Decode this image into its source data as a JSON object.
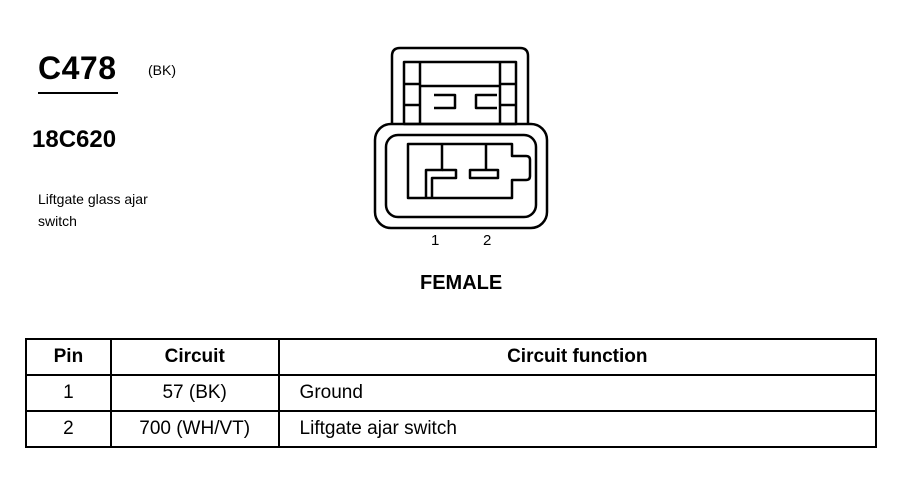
{
  "connector": {
    "id": "C478",
    "color": "(BK)",
    "part_number": "18C620",
    "description_lines": [
      "Liftgate glass ajar",
      "switch"
    ],
    "pin_labels": [
      "1",
      "2"
    ],
    "gender": "FEMALE"
  },
  "pin_table": {
    "headers": [
      "Pin",
      "Circuit",
      "Circuit function"
    ],
    "rows": [
      {
        "pin": "1",
        "circuit": "57 (BK)",
        "function": "Ground"
      },
      {
        "pin": "2",
        "circuit": "700 (WH/VT)",
        "function": "Liftgate ajar switch"
      }
    ]
  }
}
